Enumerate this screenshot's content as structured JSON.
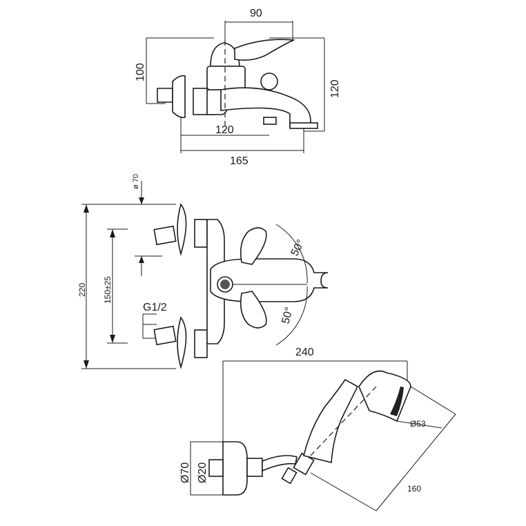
{
  "title": "Bath mixer technical drawing",
  "dimensions": {
    "top_width_90": "90",
    "top_height_100": "100",
    "top_height_120": "120",
    "top_spout_120": "120",
    "top_overall_165": "165",
    "rosette_dia": "ø 70",
    "front_height_220": "220",
    "inlet_centers": "150±25",
    "thread": "G1/2",
    "lever_angle_up": "50°",
    "lever_angle_down": "50°",
    "shower_length_240": "240",
    "shower_head_dia": "Ø53",
    "holder_dia_70": "Ø70",
    "holder_dia_20": "Ø20",
    "shower_handle_160": "160"
  }
}
